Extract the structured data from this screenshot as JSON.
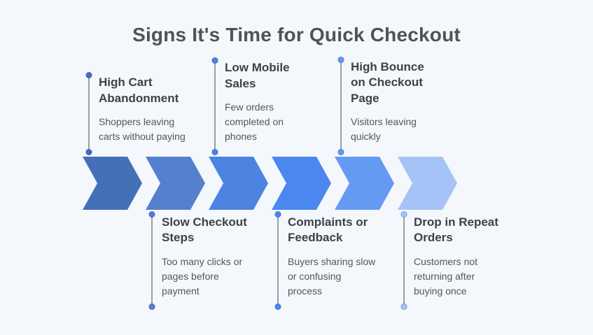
{
  "title": "Signs It's Time for Quick Checkout",
  "theme": {
    "background": "#f4f7fc",
    "title_color": "#4f5256",
    "item_title_color": "#3e4247",
    "item_desc_color": "#53575d",
    "connector_line_color": "#9b9ea3"
  },
  "chevron_band": {
    "direction": "right",
    "count": 6,
    "colors": [
      "#4471b6",
      "#5580cd",
      "#4d83e1",
      "#4b87ef",
      "#659af3",
      "#a6c3f8"
    ]
  },
  "items": [
    {
      "position": "top",
      "title": "High Cart\nAbandonment",
      "description": "Shoppers leaving\ncarts without paying",
      "dot_color": "#4471b6"
    },
    {
      "position": "bottom",
      "title": "Slow Checkout\nSteps",
      "description": "Too many clicks or\npages before\npayment",
      "dot_color": "#5580cd"
    },
    {
      "position": "top",
      "title": "Low Mobile\nSales",
      "description": "Few orders\ncompleted on\nphones",
      "dot_color": "#4d83e1"
    },
    {
      "position": "bottom",
      "title": "Complaints or\nFeedback",
      "description": "Buyers sharing slow\nor confusing\nprocess",
      "dot_color": "#4b87ef"
    },
    {
      "position": "top",
      "title": "High Bounce\non Checkout\nPage",
      "description": "Visitors leaving\nquickly",
      "dot_color": "#659af3"
    },
    {
      "position": "bottom",
      "title": "Drop in Repeat\nOrders",
      "description": "Customers not\nreturning after\nbuying once",
      "dot_color": "#a6c3f8"
    }
  ]
}
